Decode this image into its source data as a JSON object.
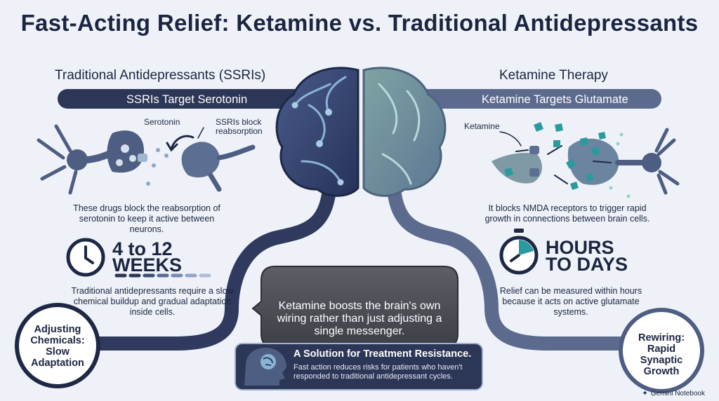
{
  "title": "Fast-Acting Relief: Ketamine vs. Traditional Antidepressants",
  "left": {
    "heading": "Traditional Antidepressants (SSRIs)",
    "pill": "SSRIs Target Serotonin",
    "label_serotonin": "Serotonin",
    "label_block": "SSRIs block reabsorption",
    "description": "These drugs block the reabsorption of serotonin to keep it active between neurons.",
    "time_line1": "4 to 12",
    "time_line2": "WEEKS",
    "time_description": "Traditional antidepressants require a slow chemical buildup and gradual adaptation inside cells.",
    "circle_label": "Adjusting Chemicals: Slow Adaptation"
  },
  "right": {
    "heading": "Ketamine Therapy",
    "pill": "Ketamine Targets Glutamate",
    "label_ketamine": "Ketamine",
    "description": "It blocks NMDA receptors to trigger rapid growth in connections between brain cells.",
    "time_line1": "HOURS",
    "time_line2": "TO DAYS",
    "time_description": "Relief can be measured within hours because it acts on active glutamate systems.",
    "circle_label": "Rewiring: Rapid Synaptic Growth"
  },
  "center": {
    "message": "Ketamine boosts the brain's own wiring rather than just adjusting a single messenger.",
    "solution_title": "A Solution for Treatment Resistance.",
    "solution_description": "Fast action reduces risks for patients who haven't responded to traditional antidepressant cycles."
  },
  "brand": "Gemini Notebook",
  "icons": {
    "clock": "clock-icon",
    "stopwatch": "stopwatch-icon",
    "head_brain": "head-brain-icon",
    "brand": "sparkle-icon"
  },
  "colors": {
    "navy": "#2c3656",
    "teal": "#2a9a9e",
    "slate": "#4e5e82",
    "background": "#eef2f8"
  }
}
